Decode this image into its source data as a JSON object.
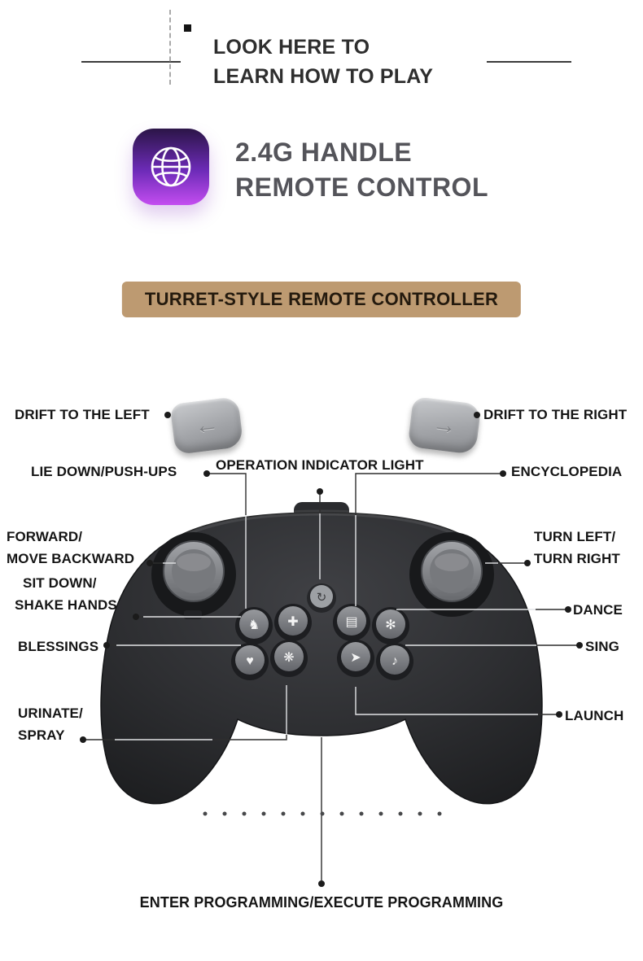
{
  "header": {
    "line1": "LOOK HERE TO",
    "line2": "LEARN HOW TO PLAY"
  },
  "product": {
    "line1": "2.4G HANDLE",
    "line2": "REMOTE CONTROL"
  },
  "badge": {
    "label": "TURRET-STYLE REMOTE CONTROLLER",
    "bg_color": "#bd9a71",
    "text_color": "#241a0e"
  },
  "callouts": {
    "drift_left": "DRIFT TO THE LEFT",
    "drift_right": "DRIFT TO THE RIGHT",
    "lie_down": "LIE DOWN/PUSH-UPS",
    "operation_indicator": "OPERATION INDICATOR LIGHT",
    "encyclopedia": "ENCYCLOPEDIA",
    "forward": {
      "lines": [
        "FORWARD/",
        "MOVE BACKWARD"
      ]
    },
    "turn": {
      "lines": [
        "TURN LEFT/",
        "TURN RIGHT"
      ]
    },
    "sit": {
      "lines": [
        "SIT DOWN/",
        "SHAKE HANDS"
      ]
    },
    "dance": "DANCE",
    "blessings": "BLESSINGS",
    "sing": "SING",
    "urinate": {
      "lines": [
        "URINATE/",
        "SPRAY"
      ]
    },
    "launch": "LAUNCH",
    "programming": "ENTER PROGRAMMING/EXECUTE PROGRAMMING"
  },
  "controller": {
    "shoulder_left_glyph": "←",
    "shoulder_right_glyph": "→",
    "center_button_glyph": "↻",
    "left_cluster": [
      {
        "name": "lie-down-button",
        "glyph": "♞"
      },
      {
        "name": "sit-button",
        "glyph": "✚"
      },
      {
        "name": "blessings-button",
        "glyph": "♥"
      },
      {
        "name": "urinate-button",
        "glyph": "❋"
      }
    ],
    "right_cluster": [
      {
        "name": "encyclopedia-button",
        "glyph": "▤"
      },
      {
        "name": "dance-button",
        "glyph": "✻"
      },
      {
        "name": "launch-button",
        "glyph": "➤"
      },
      {
        "name": "sing-button",
        "glyph": "♪"
      }
    ]
  },
  "colors": {
    "badge_bg": "#bd9a71",
    "icon_gradient_top": "#2b1547",
    "icon_gradient_bottom": "#c44df0",
    "controller_body": "#2b2c2f",
    "text_dark": "#151515"
  }
}
